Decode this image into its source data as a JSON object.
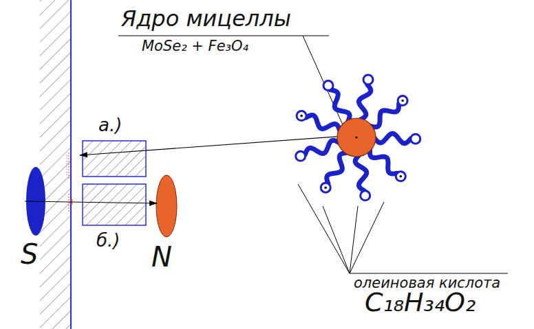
{
  "diagram": {
    "labels": [
      "Ядро мицеллы",
      "MoSe₂ + Fe₃O₄",
      "а.)",
      "б.)",
      "S",
      "N",
      "олеиновая кислота",
      "C₁₈H₃₄O₂"
    ]
  }
}
